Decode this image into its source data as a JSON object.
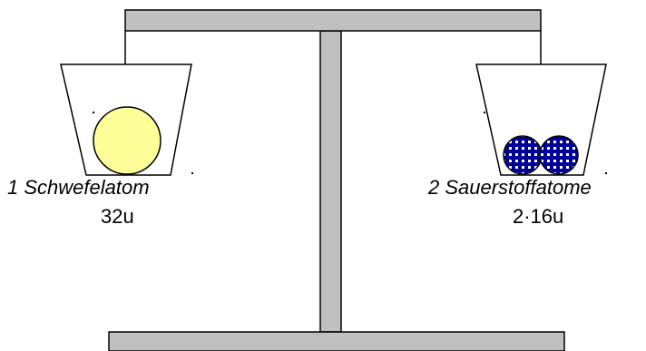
{
  "left_pan": {
    "name": "1 Schwefelatom",
    "mass": "32u",
    "atom_color": "#ffff99"
  },
  "right_pan": {
    "name": "2 Sauerstoffatome",
    "mass": "2·16u",
    "atom_color": "#000099"
  },
  "colors": {
    "frame": "#c0c0c0",
    "outline": "#000000"
  }
}
